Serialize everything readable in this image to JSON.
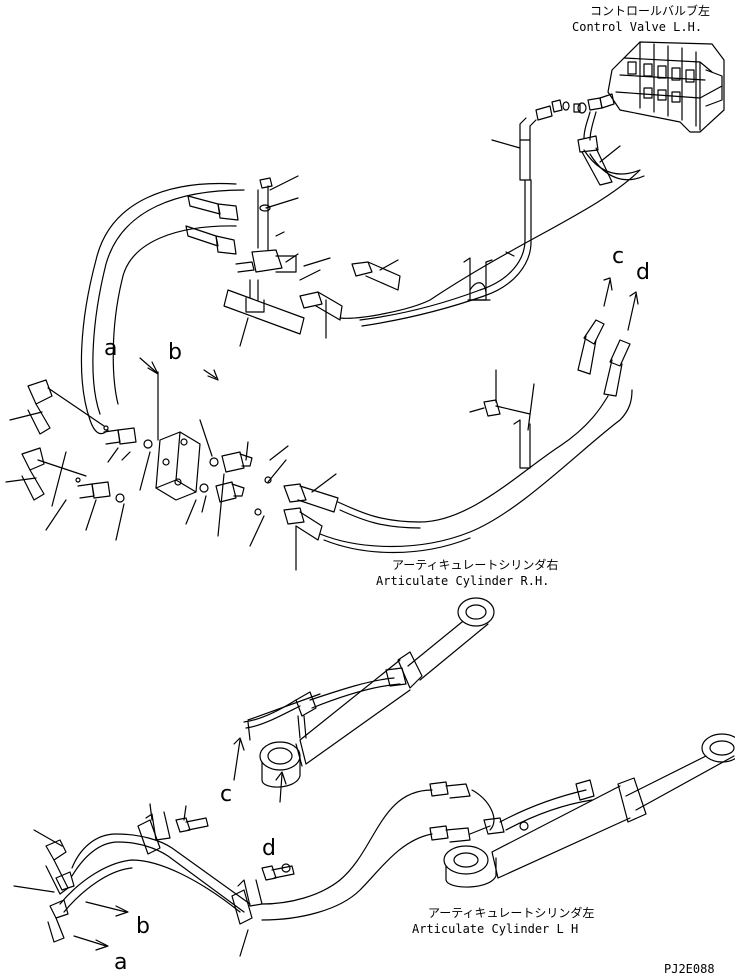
{
  "labels": {
    "control_valve_jp": "コントロールバルブ左",
    "control_valve_en": "Control Valve L.H.",
    "art_rh_jp": "アーティキュレートシリンダ右",
    "art_rh_en": "Articulate Cylinder R.H.",
    "art_lh_jp": "アーティキュレートシリンダ左",
    "art_lh_en": "Articulate Cylinder L H",
    "drawing_code": "PJ2E088"
  },
  "callouts": {
    "a_top": "a",
    "b_top": "b",
    "c_top": "c",
    "d_top": "d",
    "c_bottom": "c",
    "d_bottom": "d",
    "b_bottom": "b",
    "a_bottom": "a"
  }
}
